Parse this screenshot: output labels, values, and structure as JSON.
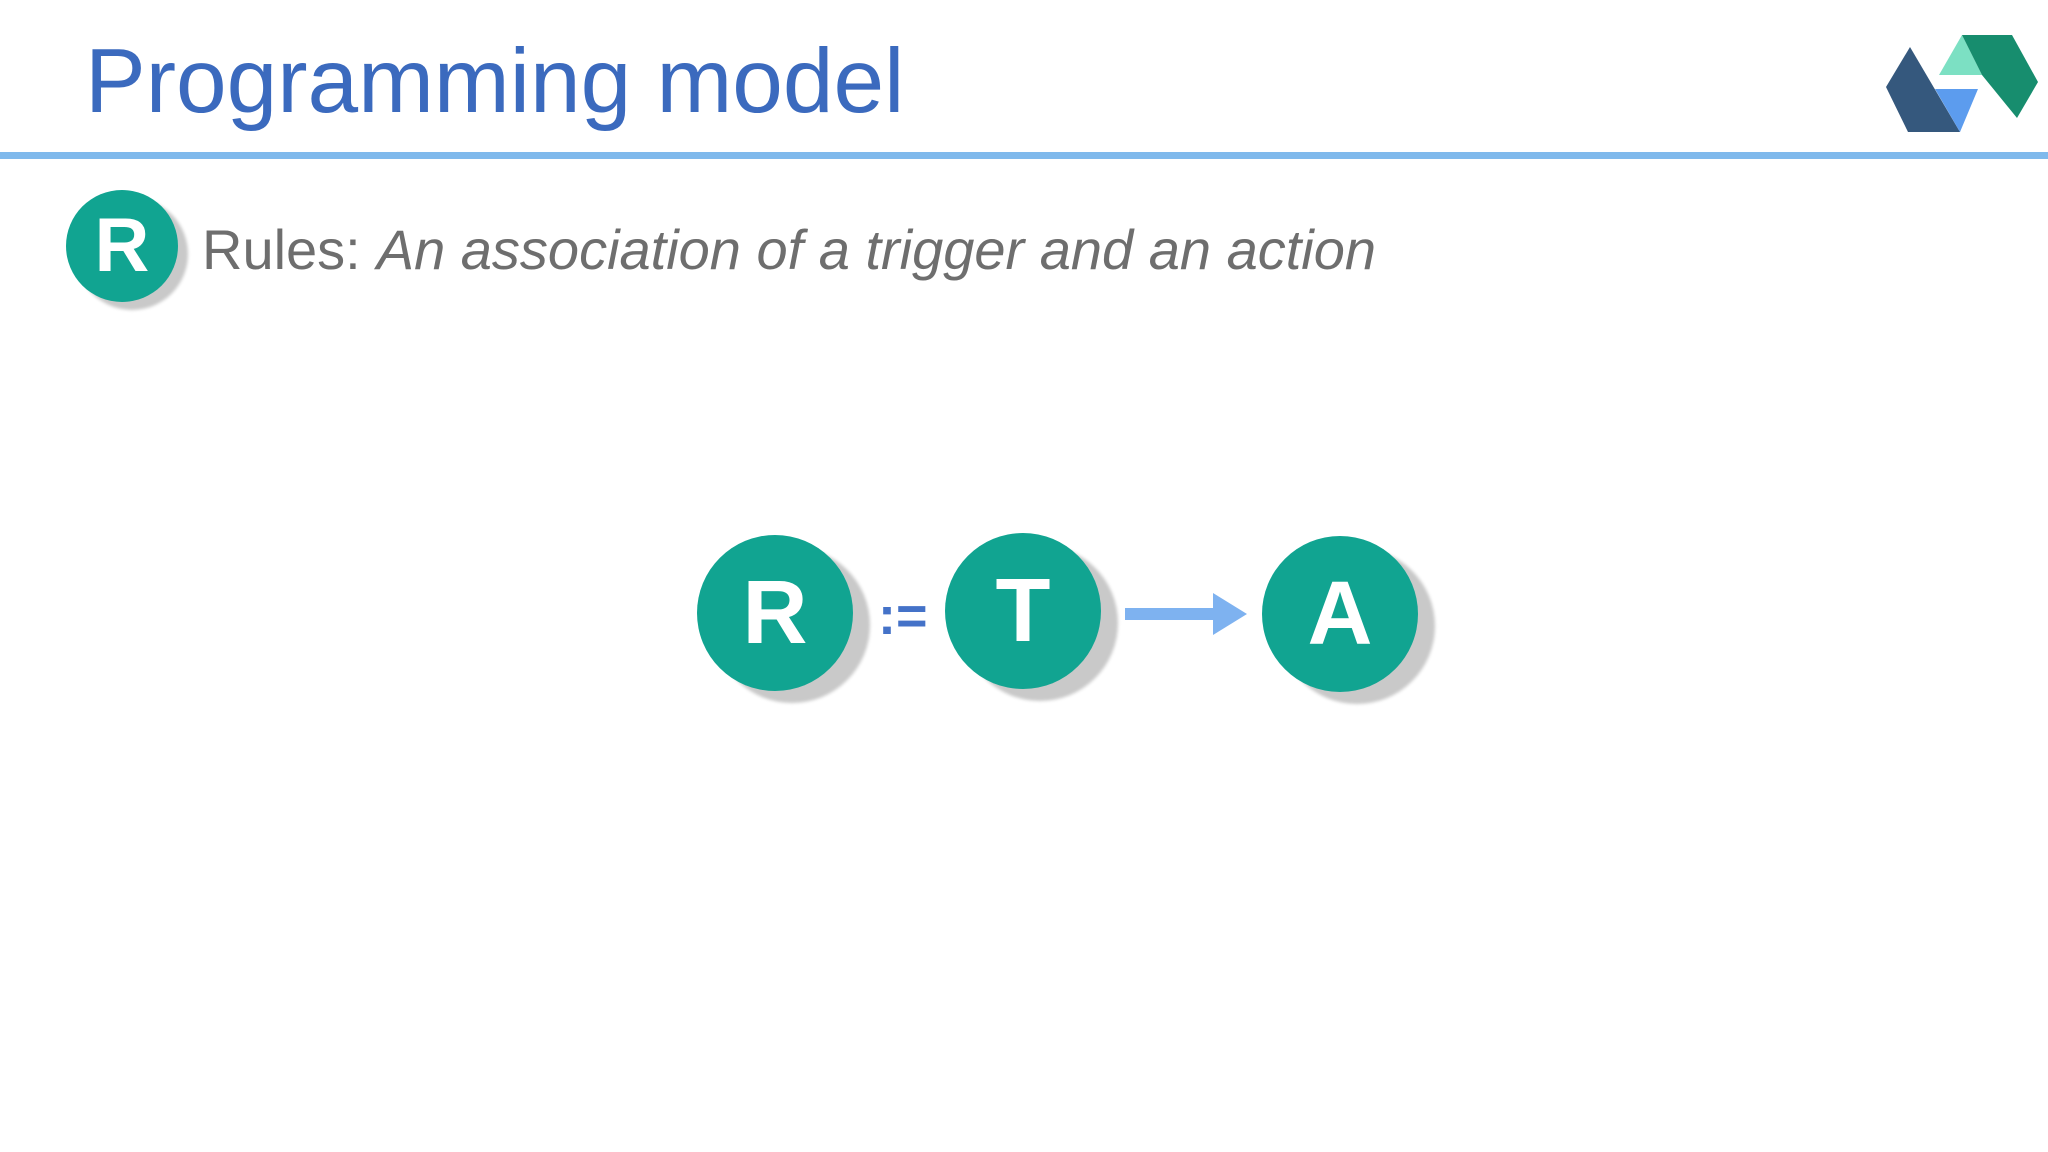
{
  "header": {
    "title": "Programming model"
  },
  "bullet": {
    "badge_letter": "R",
    "label": "Rules:",
    "description": "An association of a trigger and an action"
  },
  "diagram": {
    "nodes": [
      {
        "letter": "R"
      },
      {
        "letter": "T"
      },
      {
        "letter": "A"
      }
    ],
    "operator": ":="
  },
  "theme": {
    "background": "#ffffff",
    "title_color": "#3b6abe",
    "divider_color": "#7fb9ec",
    "text_gray": "#6e6e6e",
    "node_teal": "#11a491",
    "node_shadow": "#c9c9c9",
    "operator_blue": "#4472c8",
    "arrow_blue": "#7eb2f0",
    "logo_dark_blue": "#35587d",
    "logo_light_blue": "#5c9cee",
    "logo_mint": "#7ce0c3",
    "logo_green": "#178d6e"
  }
}
